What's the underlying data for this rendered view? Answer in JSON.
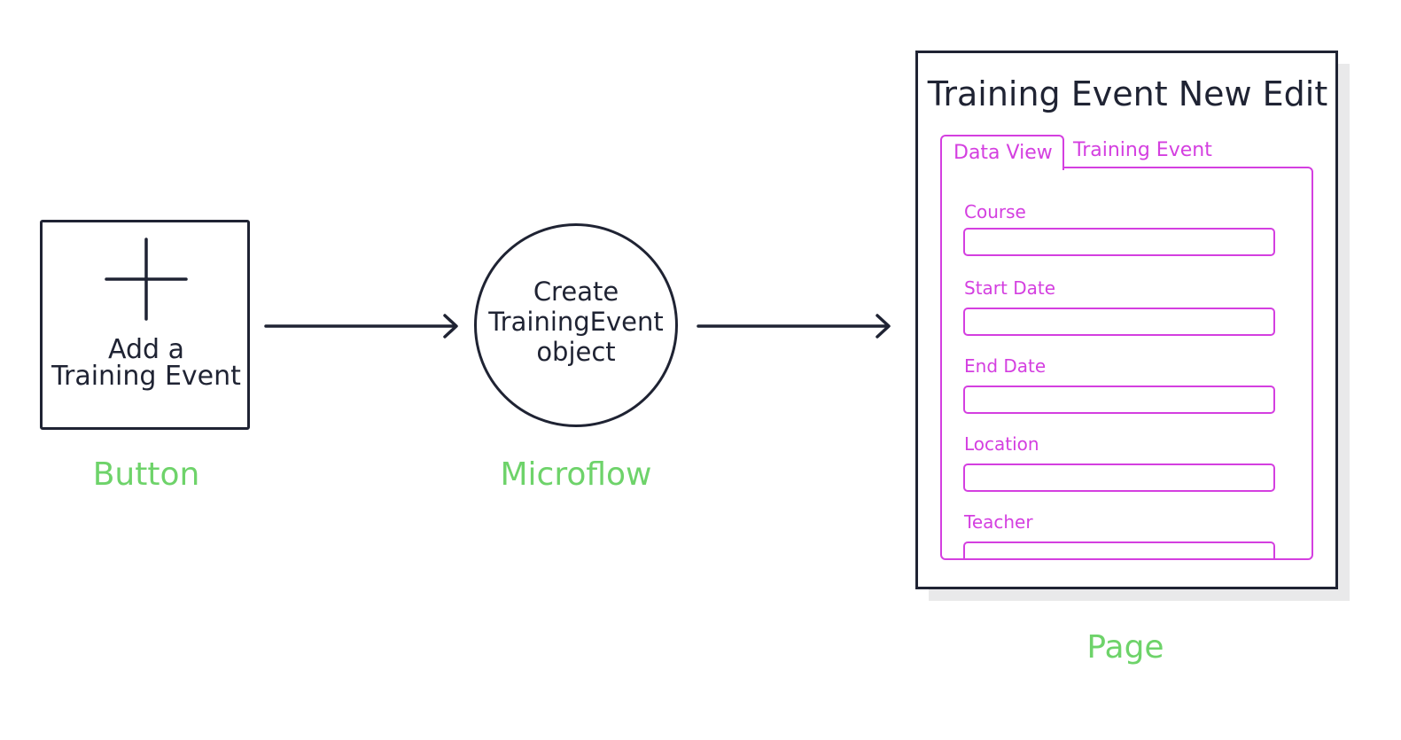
{
  "button_node": {
    "label_line1": "Add a",
    "label_line2": "Training Event",
    "icon": "plus-icon",
    "caption": "Button"
  },
  "microflow_node": {
    "label_line1": "Create",
    "label_line2": "TrainingEvent",
    "label_line3": "object",
    "caption": "Microflow"
  },
  "page_node": {
    "title": "Training Event New Edit",
    "tabs": [
      {
        "label": "Data View"
      },
      {
        "label": "Training Event"
      }
    ],
    "fields": [
      {
        "label": "Course"
      },
      {
        "label": "Start Date"
      },
      {
        "label": "End Date"
      },
      {
        "label": "Location"
      },
      {
        "label": "Teacher"
      }
    ],
    "caption": "Page"
  },
  "colors": {
    "ink": "#1f2333",
    "caption_green": "#6ed36a",
    "widget_magenta": "#d43fe0",
    "shadow": "#e9e9ea"
  }
}
